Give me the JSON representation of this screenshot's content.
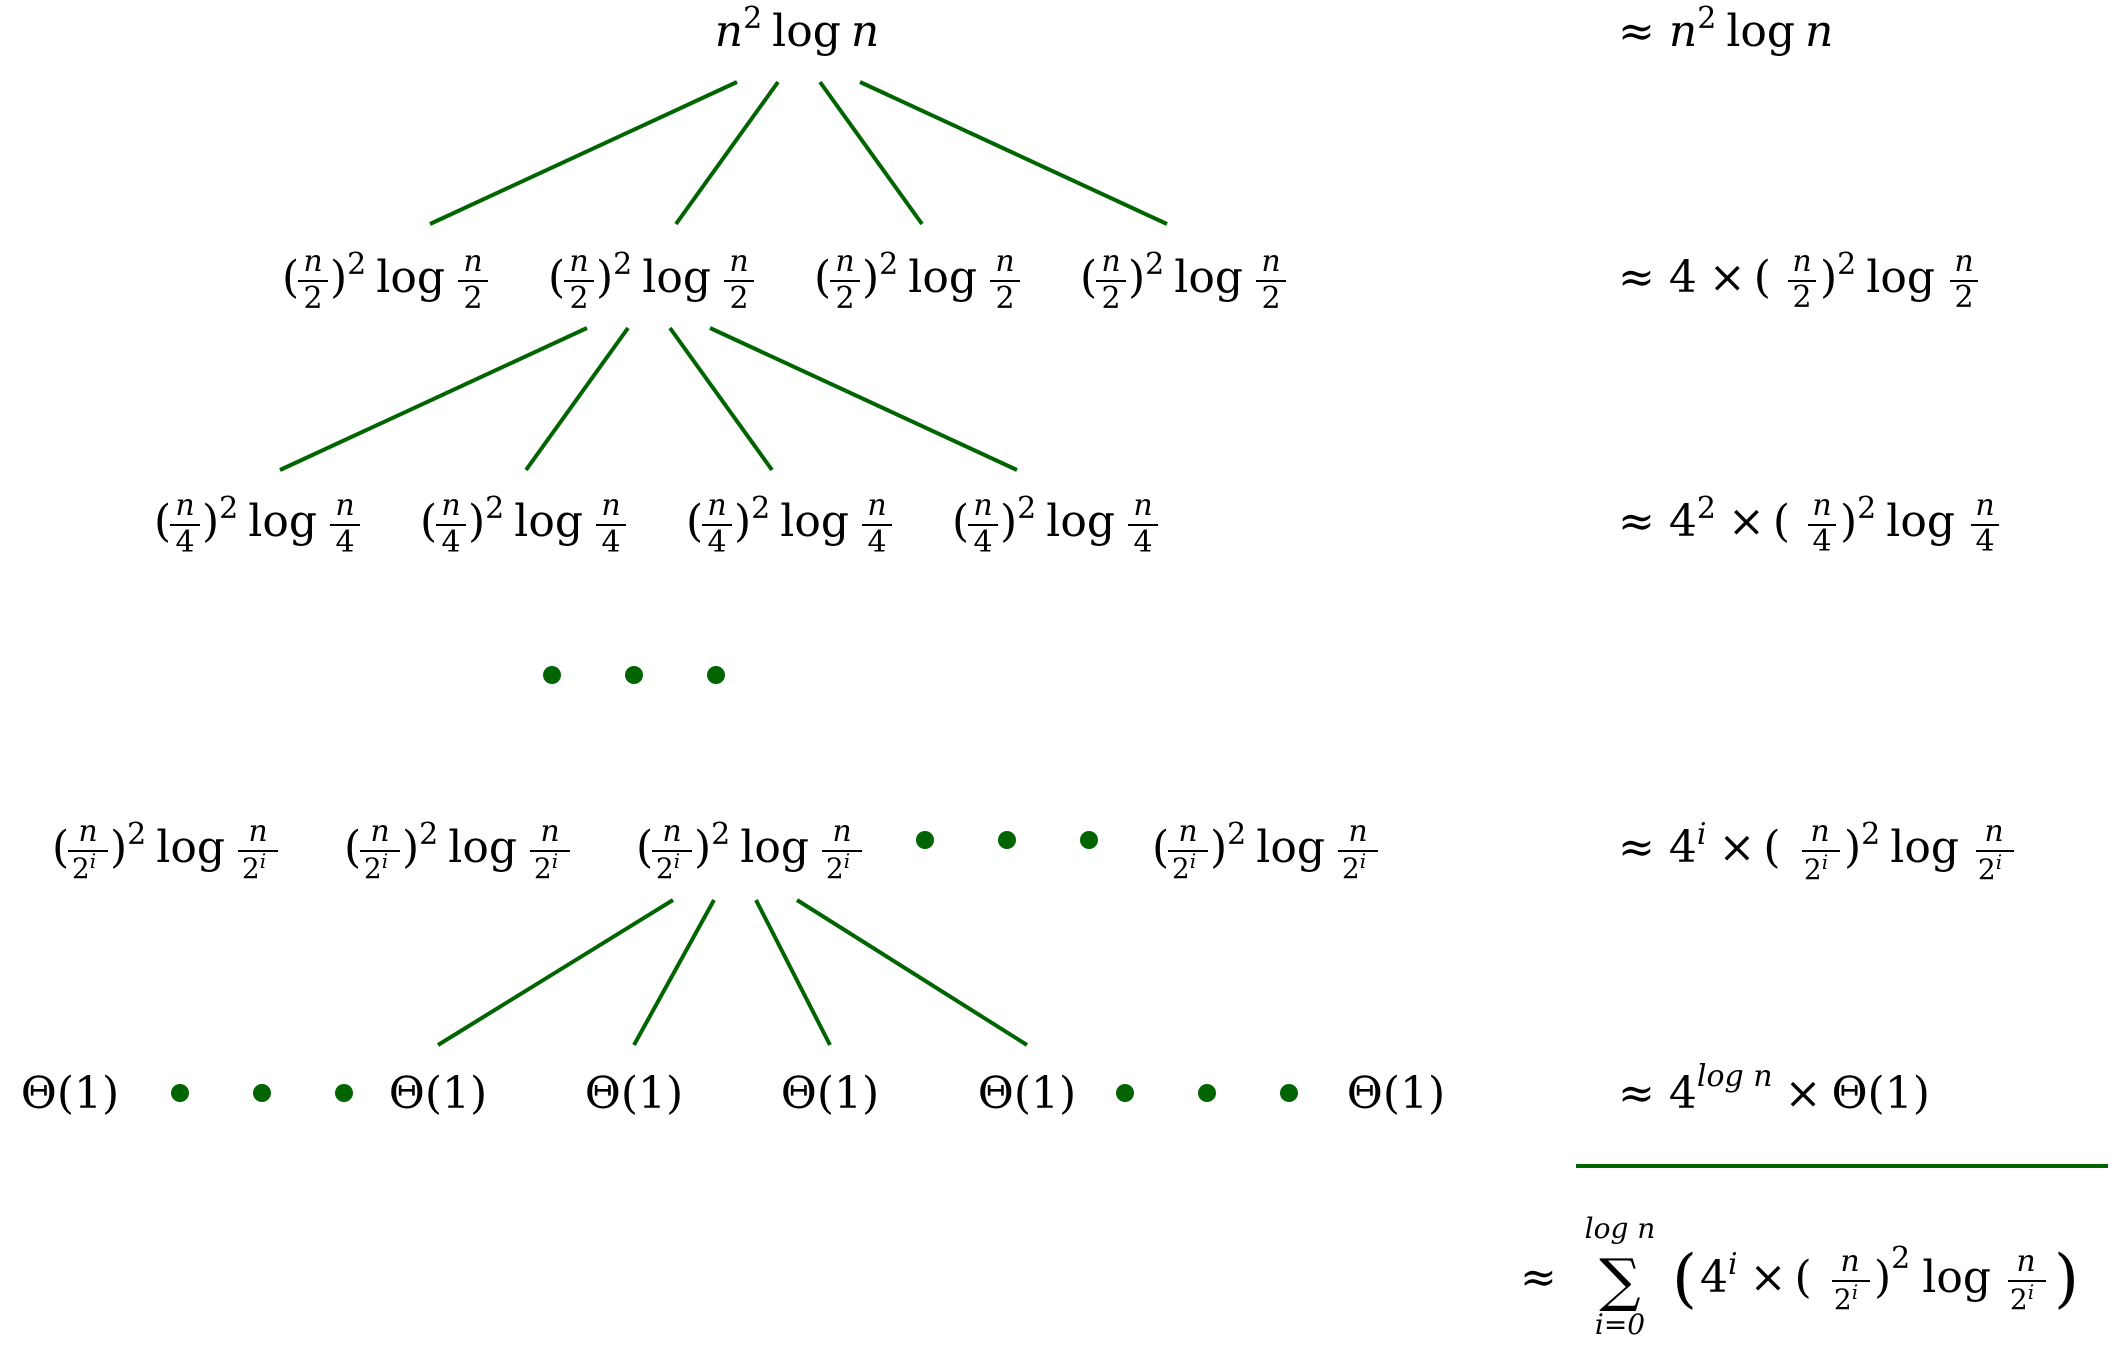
{
  "accent_color": "#006400",
  "text_color": "#000000",
  "root": {
    "base": "n",
    "exp": "2",
    "log": "log",
    "arg": "n"
  },
  "level1": {
    "nodes": [
      "n/2",
      "n/2",
      "n/2",
      "n/2"
    ],
    "num": "n",
    "den": "2",
    "exp": "2",
    "log": "log"
  },
  "level2": {
    "nodes": [
      "n/4",
      "n/4",
      "n/4",
      "n/4"
    ],
    "num": "n",
    "den": "4",
    "exp": "2",
    "log": "log"
  },
  "level_i": {
    "nodes": [
      "n/2^i",
      "n/2^i",
      "n/2^i",
      "n/2^i"
    ],
    "num": "n",
    "den_base": "2",
    "den_exp": "i",
    "exp": "2",
    "log": "log"
  },
  "leaves": {
    "label": "Θ(1)",
    "count": 6
  },
  "right_column": {
    "approx": "≈",
    "times": "×",
    "row0": {
      "base": "n",
      "exp": "2",
      "log": "log",
      "arg": "n"
    },
    "row1": {
      "coef": "4",
      "num": "n",
      "den": "2",
      "exp": "2",
      "log": "log"
    },
    "row2": {
      "coef": "4",
      "coef_exp": "2",
      "num": "n",
      "den": "4",
      "exp": "2",
      "log": "log"
    },
    "row3": {
      "coef": "4",
      "coef_exp": "i",
      "num": "n",
      "den_base": "2",
      "den_exp": "i",
      "exp": "2",
      "log": "log"
    },
    "row4": {
      "coef": "4",
      "coef_exp": "log n",
      "theta": "Θ(1)"
    },
    "sum": {
      "upper": "log n",
      "lower": "i=0",
      "coef": "4",
      "coef_exp": "i",
      "num": "n",
      "den_base": "2",
      "den_exp": "i",
      "exp": "2",
      "log": "log"
    }
  }
}
